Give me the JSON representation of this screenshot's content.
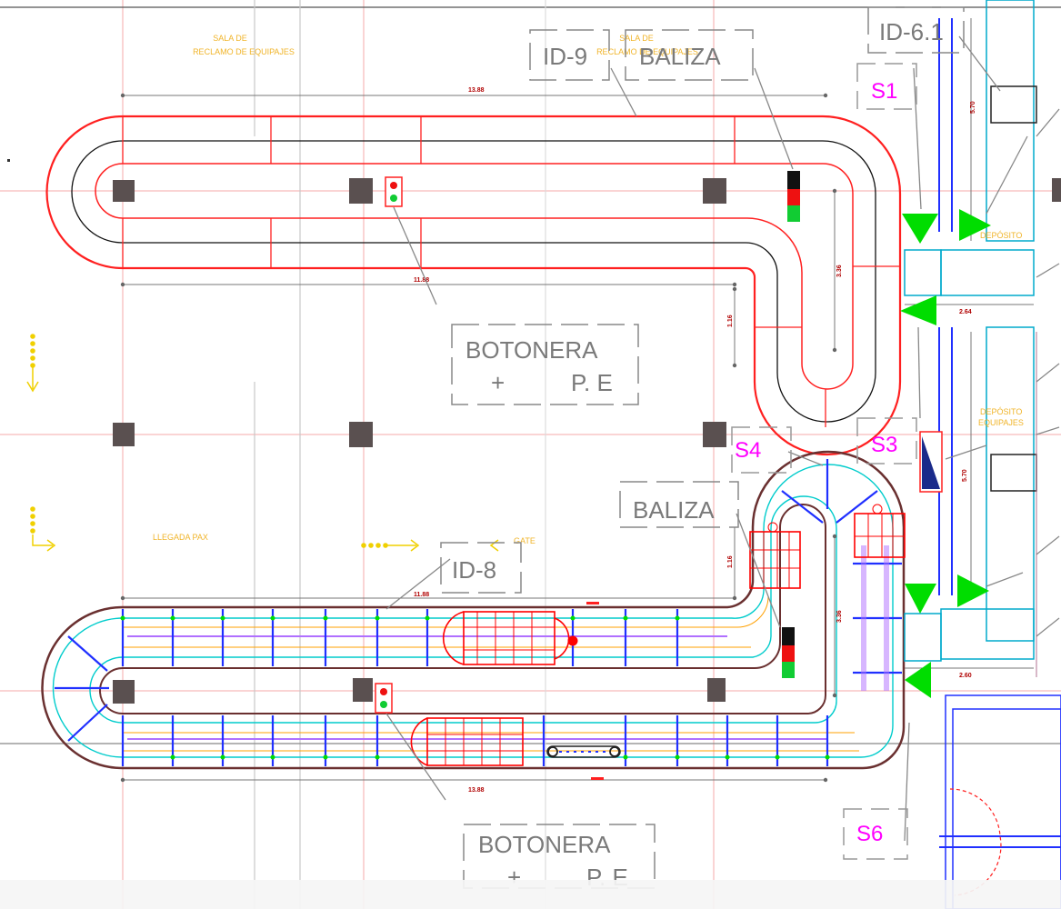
{
  "callouts": {
    "id9": "ID-9",
    "baliza_top": "BALIZA",
    "id61": "ID-6.1",
    "botonera_line1": "BOTONERA",
    "botonera_plus": "+",
    "botonera_pe": "P. E",
    "baliza_mid": "BALIZA",
    "id8": "ID-8",
    "botonera2_line1": "BOTONERA",
    "botonera2_plus": "+",
    "botonera2_pe": "P. E"
  },
  "sensors": {
    "s1": "S1",
    "s3": "S3",
    "s4": "S4",
    "s6": "S6"
  },
  "rooms": {
    "sala_line1": "SALA DE",
    "sala_line2": "RECLAMO DE EQUIPAJES",
    "sala2_line1": "SALA DE",
    "sala2_line2": "RECLAMO DE EQUIPAJES",
    "deposito1": "DEPÓSITO",
    "deposito2_line1": "DEPÓSITO",
    "deposito2_line2": "EQUIPAJES",
    "llegada": "LLEGADA PAX",
    "gate": "GATE"
  },
  "dimensions": {
    "top_length": "13.88",
    "mid_length": "11.88",
    "bottom_mid_length": "11.88",
    "bottom_length": "13.88",
    "right_top": "5.70",
    "right_mid": "5.70",
    "depth_top": "3.36",
    "depth_bottom": "3.36",
    "offset_top": "1.16",
    "offset_bottom": "1.16",
    "width_top": "2.64",
    "width_bottom": "2.60"
  },
  "colors": {
    "conveyor": "#ff2020",
    "grid": "#f4a0a0",
    "column": "#555555",
    "sensor_arrow": "#00dd00",
    "sensor_label": "#ff00ff",
    "belt_blue": "#2030ff",
    "belt_cyan": "#00cccc",
    "callout": "#7a7a7a"
  }
}
